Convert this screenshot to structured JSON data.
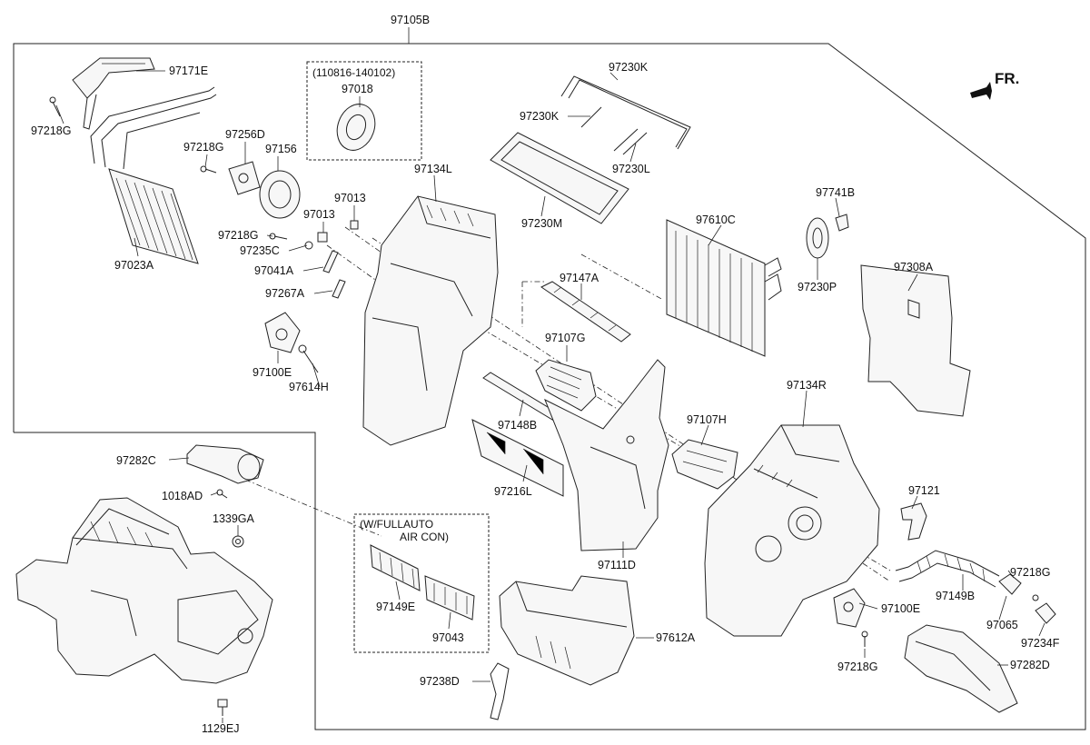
{
  "assembly_label": "97105B",
  "front_indicator": "FR.",
  "groups": [
    {
      "id": "g1",
      "label": "(110816-140102)"
    },
    {
      "id": "g2",
      "label_line1": "(W/FULLAUTO",
      "label_line2": "AIR CON)"
    }
  ],
  "parts": {
    "p97171E": "97171E",
    "p97218G_a": "97218G",
    "p97256D": "97256D",
    "p97218G_b": "97218G",
    "p97156": "97156",
    "p97023A": "97023A",
    "p97018": "97018",
    "p97013_a": "97013",
    "p97013_b": "97013",
    "p97218G_c": "97218G",
    "p97235C": "97235C",
    "p97041A": "97041A",
    "p97267A": "97267A",
    "p97100E_a": "97100E",
    "p97614H": "97614H",
    "p97134L": "97134L",
    "p97230K_a": "97230K",
    "p97230K_b": "97230K",
    "p97230L": "97230L",
    "p97230M": "97230M",
    "p97610C": "97610C",
    "p97741B": "97741B",
    "p97230P": "97230P",
    "p97308A": "97308A",
    "p97147A": "97147A",
    "p97107G": "97107G",
    "p97148B": "97148B",
    "p97216L": "97216L",
    "p97107H": "97107H",
    "p97134R": "97134R",
    "p97111D": "97111D",
    "p97121": "97121",
    "p97282C": "97282C",
    "p1018AD": "1018AD",
    "p1339GA": "1339GA",
    "p1129EJ": "1129EJ",
    "p97149E": "97149E",
    "p97043": "97043",
    "p97612A": "97612A",
    "p97238D": "97238D",
    "p97149B": "97149B",
    "p97218G_d": "97218G",
    "p97065": "97065",
    "p97234F": "97234F",
    "p97100E_b": "97100E",
    "p97218G_e": "97218G",
    "p97282D": "97282D"
  }
}
